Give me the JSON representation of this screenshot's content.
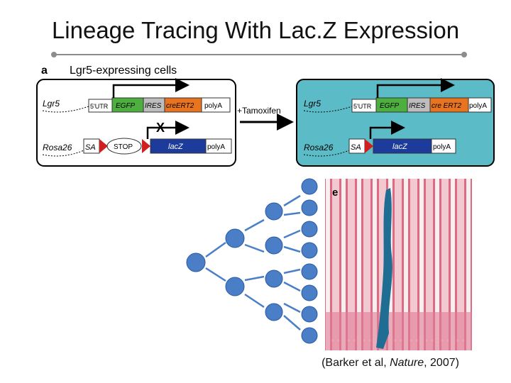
{
  "slide": {
    "title": "Lineage Tracing With Lac.Z Expression",
    "citation_prefix": "(Barker et al, ",
    "citation_journal": "Nature",
    "citation_suffix": ", 2007)"
  },
  "figure": {
    "panel_a_label": "a",
    "panel_a_title": "Lgr5-expressing cells",
    "treatment_label": "+Tamoxifen",
    "left_box": {
      "row1": {
        "gene": "Lgr5",
        "parts": [
          "5'UTR",
          "EGFP",
          "IRES",
          "creERT2",
          "polyA"
        ]
      },
      "row2": {
        "gene": "Rosa26",
        "parts": [
          "SA",
          "STOP",
          "lacZ",
          "polyA"
        ],
        "block_mark": "X"
      }
    },
    "right_box": {
      "row1": {
        "gene": "Lgr5",
        "parts": [
          "5'UTR",
          "EGFP",
          "IRES",
          "cre ERT2",
          "polyA"
        ]
      },
      "row2": {
        "gene": "Rosa26",
        "parts": [
          "SA",
          "lacZ",
          "polyA"
        ]
      }
    },
    "panel_e_label": "e",
    "colors": {
      "egfp": "#4caf3e",
      "ires": "#bdbdbd",
      "cre": "#e8741f",
      "lacz": "#1c3b9a",
      "loxp": "#d11f1f",
      "right_box_fill": "#5bbcc8",
      "cell": "#4a7fc8",
      "tissue_red": "#d94a6a",
      "tissue_blue": "#1f6d93"
    }
  },
  "lineage_tree": {
    "levels": [
      1,
      2,
      4,
      8
    ]
  }
}
